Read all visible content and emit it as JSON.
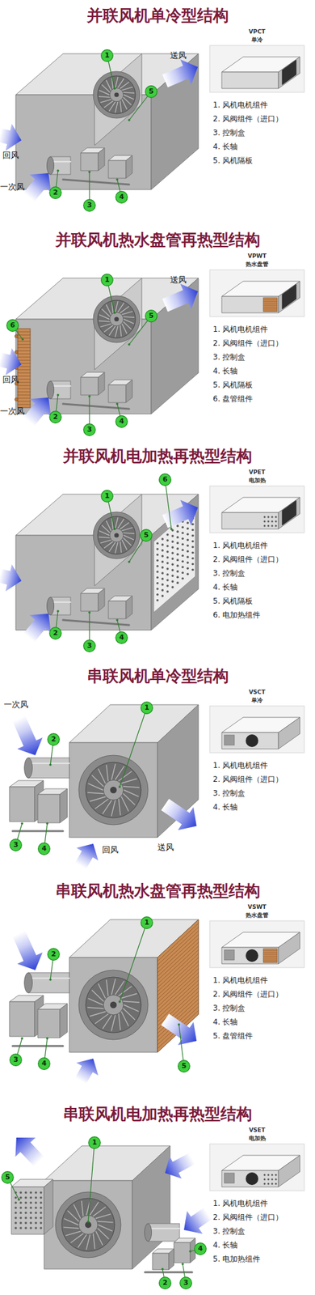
{
  "diagram": {
    "nodes": [
      {
        "text": [
          "1"
        ]
      },
      {
        "text": [
          "2"
        ]
      },
      {
        "text": [
          "3"
        ]
      },
      {
        "text": [
          "4"
        ]
      },
      {
        "text": [
          "5"
        ]
      },
      {
        "text": [
          "1"
        ]
      },
      {
        "text": [
          "2"
        ]
      },
      {
        "text": [
          "3"
        ]
      },
      {
        "text": [
          "4"
        ]
      },
      {
        "text": [
          "5"
        ]
      },
      {
        "text": [
          "6"
        ]
      },
      {
        "text": [
          "1"
        ]
      },
      {
        "text": [
          "2"
        ]
      },
      {
        "text": [
          "3"
        ]
      },
      {
        "text": [
          "4"
        ]
      },
      {
        "text": [
          "5"
        ]
      },
      {
        "text": [
          "6"
        ]
      },
      {
        "text": [
          "1"
        ]
      },
      {
        "text": [
          "2"
        ]
      },
      {
        "text": [
          "3"
        ]
      },
      {
        "text": [
          "4"
        ]
      },
      {
        "text": [
          "1"
        ]
      },
      {
        "text": [
          "2"
        ]
      },
      {
        "text": [
          "3"
        ]
      },
      {
        "text": [
          "4"
        ]
      },
      {
        "text": [
          "5"
        ]
      },
      {
        "text": [
          "1"
        ]
      },
      {
        "text": [
          "2"
        ]
      },
      {
        "text": [
          "3"
        ]
      },
      {
        "text": [
          "4"
        ]
      },
      {
        "text": [
          "5"
        ]
      }
    ],
    "labels": [
      "并联风机单冷型结构",
      "送风",
      "回风",
      "一次风",
      "VPCT",
      "单冷",
      "1. 风机电机组件",
      "2. 风阀组件（进口）",
      "3. 控制盒",
      "4. 长轴",
      "5. 风机隔板",
      "并联风机热水盘管再热型结构",
      "送风",
      "回风",
      "一次风",
      "VPWT",
      "热水盘管",
      "1. 风机电机组件",
      "2. 风阀组件（进口）",
      "3. 控制盒",
      "4. 长轴",
      "5. 风机隔板",
      "6. 盘管组件",
      "并联风机电加热再热型结构",
      "VPET",
      "电加热",
      "1. 风机电机组件",
      "2. 风阀组件（进口）",
      "3. 控制盒",
      "4. 长轴",
      "5. 风机隔板",
      "6. 电加热组件",
      "串联风机单冷型结构",
      "一次风",
      "送风",
      "回风",
      "VSCT",
      "单冷",
      "1. 风机电机组件",
      "2. 风阀组件（进口）",
      "3. 控制盒",
      "4. 长轴",
      "串联风机热水盘管再热型结构",
      "VSWT",
      "热水盘管",
      "1. 风机电机组件",
      "2. 风阀组件（进口）",
      "3. 控制盒",
      "4. 长轴",
      "5. 盘管组件",
      "串联风机电加热再热型结构",
      "VSET",
      "电加热",
      "1. 风机电机组件",
      "2. 风阀组件（进口）",
      "3. 控制盒",
      "4. 长轴",
      "5. 电加热组件"
    ]
  }
}
